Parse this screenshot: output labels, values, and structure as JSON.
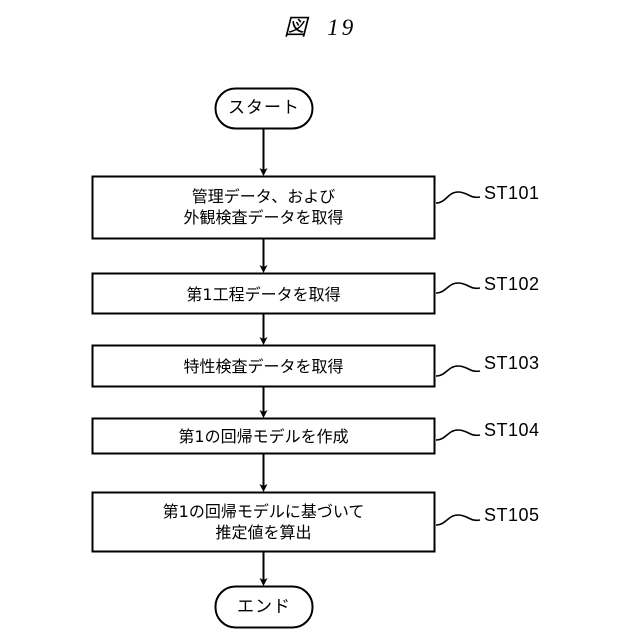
{
  "figure": {
    "title": "図  19"
  },
  "flowchart": {
    "start": {
      "label": "スタート",
      "shape": "rounded-terminal"
    },
    "end": {
      "label": "エンド",
      "shape": "rounded-terminal"
    },
    "steps": [
      {
        "id": "ST101",
        "text": "管理データ、および\n外観検査データを取得",
        "lines": [
          "管理データ、および",
          "外観検査データを取得"
        ]
      },
      {
        "id": "ST102",
        "text": "第1工程データを取得",
        "lines": [
          "第1工程データを取得"
        ]
      },
      {
        "id": "ST103",
        "text": "特性検査データを取得",
        "lines": [
          "特性検査データを取得"
        ]
      },
      {
        "id": "ST104",
        "text": "第1の回帰モデルを作成",
        "lines": [
          "第1の回帰モデルを作成"
        ]
      },
      {
        "id": "ST105",
        "text": "第1の回帰モデルに基づいて\n推定値を算出",
        "lines": [
          "第1の回帰モデルに基づいて",
          "推定値を算出"
        ]
      }
    ],
    "colors": {
      "stroke": "#000000",
      "background": "#ffffff",
      "text": "#000000"
    }
  }
}
